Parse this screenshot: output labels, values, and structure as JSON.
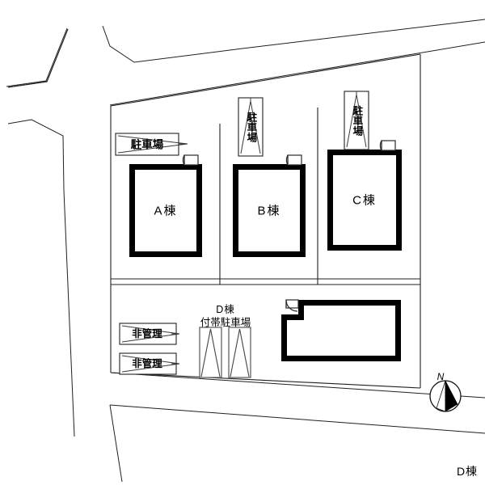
{
  "plan": {
    "caption": "D棟",
    "compass": {
      "north_label": "N"
    },
    "buildings": [
      {
        "id": "a",
        "label": "A棟"
      },
      {
        "id": "b",
        "label": "B棟"
      },
      {
        "id": "c",
        "label": "C棟"
      },
      {
        "id": "d",
        "label": ""
      }
    ],
    "parking_callouts": [
      {
        "id": "a-parking",
        "label": "駐車場",
        "orientation": "horizontal"
      },
      {
        "id": "b-parking",
        "label": "駐車場",
        "orientation": "vertical"
      },
      {
        "id": "c-parking",
        "label": "駐車場",
        "orientation": "vertical"
      }
    ],
    "unmanaged_callouts": [
      {
        "id": "unmanaged-1",
        "label": "非管理"
      },
      {
        "id": "unmanaged-2",
        "label": "非管理"
      }
    ],
    "d_parking": {
      "title_line1": "D棟",
      "title_line2": "付帯駐車場",
      "stall_count": 2
    },
    "colors": {
      "line": "#231f20",
      "wall": "#000000",
      "background": "#ffffff"
    }
  }
}
